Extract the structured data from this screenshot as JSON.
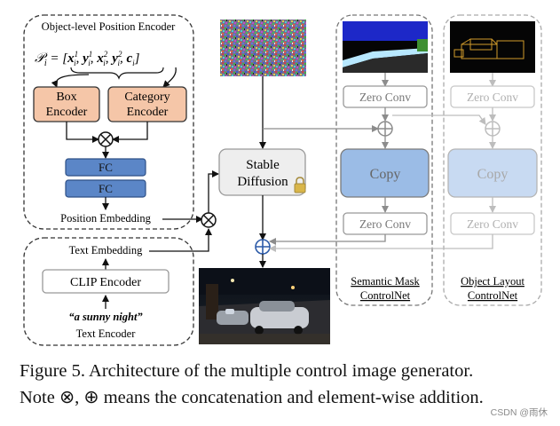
{
  "position_encoder": {
    "title": "Object-level Position Encoder",
    "formula_lhs": "𝒫",
    "formula_sub": "i",
    "formula_rhs": "= [x",
    "box_encoder": "Box Encoder",
    "box_encoder_line1": "Box",
    "box_encoder_line2": "Encoder",
    "category_encoder": "Category Encoder",
    "category_encoder_line1": "Category",
    "category_encoder_line2": "Encoder",
    "fc_labels": [
      "FC",
      "FC"
    ],
    "position_embedding": "Position Embedding"
  },
  "text_encoder": {
    "text_embedding": "Text Embedding",
    "clip_encoder": "CLIP Encoder",
    "prompt": "“a sunny night”",
    "title": "Text Encoder"
  },
  "stable_diffusion": {
    "label_line1": "Stable",
    "label_line2": "Diffusion"
  },
  "semantic_controlnet": {
    "zero_conv_top": "Zero Conv",
    "copy": "Copy",
    "zero_conv_bottom": "Zero Conv",
    "title_line1": "Semantic Mask",
    "title_line2": "ControlNet"
  },
  "layout_controlnet": {
    "zero_conv_top": "Zero Conv",
    "copy": "Copy",
    "zero_conv_bottom": "Zero Conv",
    "title_line1": "Object Layout",
    "title_line2": "ControlNet"
  },
  "caption": {
    "line1": "Figure 5.  Architecture of the multiple control image generator.",
    "line2": "Note ⊗, ⊕ means the concatenation and element-wise addition."
  },
  "watermark": "CSDN @雨休",
  "colors": {
    "encoder_fill": "#f5c6a8",
    "fc_fill": "#5b86c7",
    "copy_fill": "#9bbce6",
    "copy_fill_faded": "#c8daf2",
    "circle_fill": "#6fa0d8"
  }
}
